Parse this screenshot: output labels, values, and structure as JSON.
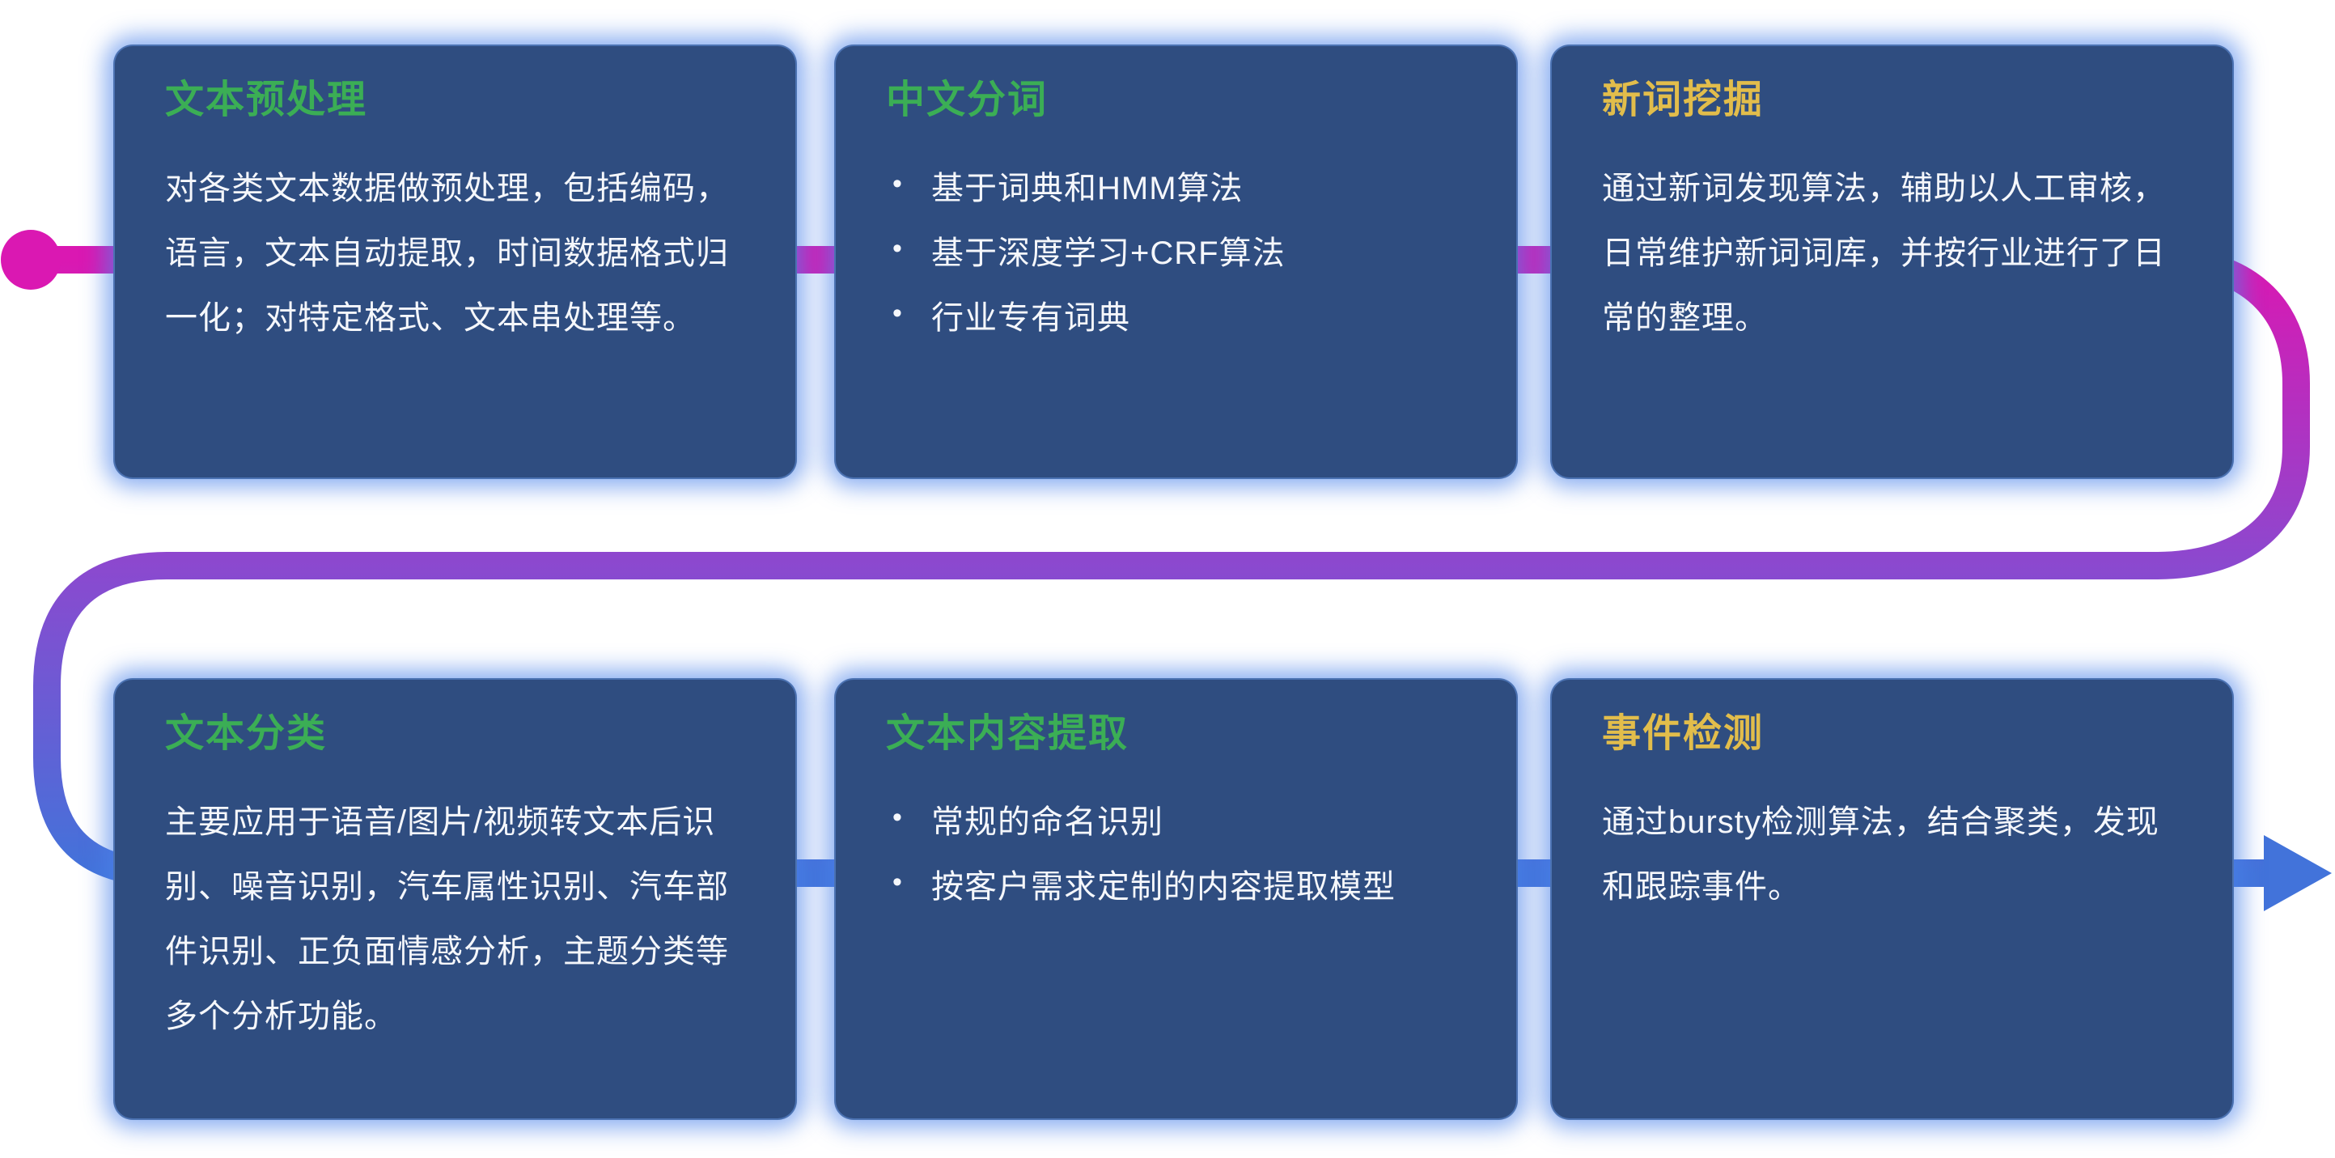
{
  "colors": {
    "flow-start": "#da18b2",
    "flow-mid": "#8b49cf",
    "flow-end": "#4273da",
    "card-bg": "#2f4d80",
    "glow": "rgba(75,130,234,0.65)",
    "body-text": "#f5f7fb",
    "title-green": "#3bae55",
    "title-yellow": "#e2bd4b"
  },
  "cards": [
    {
      "name": "text-preprocessing",
      "title": "文本预处理",
      "title_color": "#3bae55",
      "body": "对各类文本数据做预处理，包括编码，语言，文本自动提取，时间数据格式归一化；对特定格式、文本串处理等。",
      "bullets": []
    },
    {
      "name": "chinese-word-segmentation",
      "title": "中文分词",
      "title_color": "#3bae55",
      "bullets": [
        "基于词典和HMM算法",
        "基于深度学习+CRF算法",
        "行业专有词典"
      ]
    },
    {
      "name": "new-word-mining",
      "title": "新词挖掘",
      "title_color": "#e2bd4b",
      "body": "通过新词发现算法，辅助以人工审核，日常维护新词词库，并按行业进行了日常的整理。",
      "bullets": []
    },
    {
      "name": "text-classification",
      "title": "文本分类",
      "title_color": "#3bae55",
      "body": "主要应用于语音/图片/视频转文本后识别、噪音识别，汽车属性识别、汽车部件识别、正负面情感分析，主题分类等多个分析功能。",
      "bullets": []
    },
    {
      "name": "text-content-extraction",
      "title": "文本内容提取",
      "title_color": "#3bae55",
      "bullets": [
        "常规的命名识别",
        "按客户需求定制的内容提取模型"
      ]
    },
    {
      "name": "event-detection",
      "title": "事件检测",
      "title_color": "#e2bd4b",
      "body": "通过bursty检测算法，结合聚类，发现和跟踪事件。",
      "bullets": []
    }
  ]
}
